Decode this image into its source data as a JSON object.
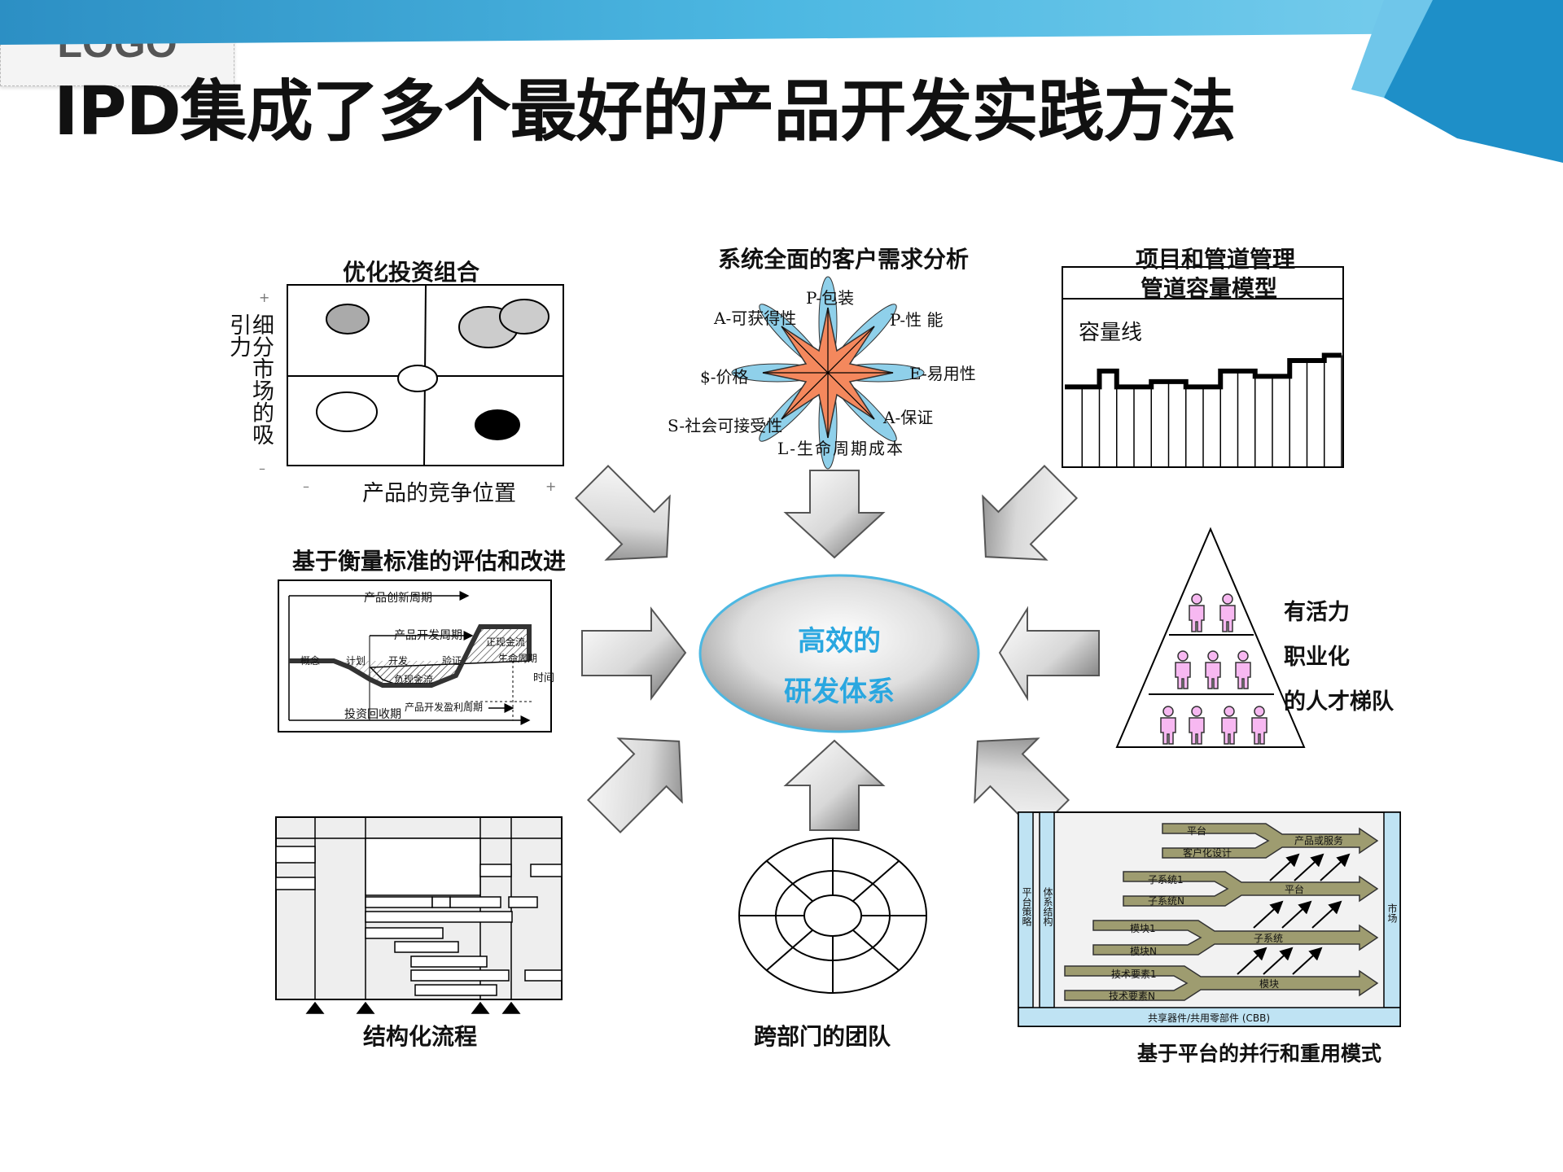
{
  "slide": {
    "title": "IPD集成了多个最好的产品开发实践方法",
    "logo": "LOGO",
    "colors": {
      "banner": "#4DB8E2",
      "center_text": "#2AA7E0",
      "star": "#F4885D",
      "petal": "#8FD0EA",
      "people": "#F7B8F1",
      "platform_arrow": "#9E9C70"
    }
  },
  "center": {
    "line1": "高效的",
    "line2": "研发体系"
  },
  "portfolio": {
    "title": "优化投资组合",
    "y_axis": "细分市场的吸引力",
    "x_axis": "产品的竞争位置",
    "plus": "+",
    "minus": "–"
  },
  "needs": {
    "title": "系统全面的客户需求分析",
    "labels": {
      "p_pack": "P-包装",
      "a_avail": "A-可获得性",
      "p_perf": "P-性 能",
      "price": "$-价格",
      "e_ease": "E-易用性",
      "a_assure": "A-保证",
      "s_social": "S-社会可接受性",
      "l_life": "L-生命周期成本"
    }
  },
  "pipeline": {
    "title": "项目和管道管理",
    "subtitle": "管道容量模型",
    "capacity": "容量线"
  },
  "metrics": {
    "title": "基于衡量标准的评估和改进",
    "labels": {
      "innovation": "产品创新周期",
      "dev": "产品开发周期",
      "profit": "正现金流",
      "loss": "负现金流",
      "time": "时间",
      "payback": "投资回收期",
      "profit_cycle": "产品开发盈利周期",
      "concept": "概念",
      "plan": "计划",
      "develop": "开发",
      "verify": "验证",
      "lifecycle": "生命周期"
    }
  },
  "talent": {
    "line1": "有活力",
    "line2": "职业化",
    "line3": "的人才梯队"
  },
  "process": {
    "title": "结构化流程"
  },
  "team": {
    "title": "跨部门的团队"
  },
  "platform": {
    "title": "基于平台的并行和重用模式",
    "strategy": "平台策略",
    "architecture": "体系结构",
    "market": "市场",
    "cbb": "共享器件/共用零部件 (CBB)",
    "l_platform": "平台",
    "l_custom": "客户化设计",
    "l_product": "产品或服务",
    "l_sub1": "子系统1",
    "l_subn": "子系统N",
    "l_platform2": "平台",
    "l_mod1": "模块1",
    "l_modn": "模块N",
    "l_subsystem": "子系统",
    "l_tech1": "技术要素1",
    "l_techn": "技术要素N",
    "l_module": "模块"
  },
  "pipeline_chart": {
    "type": "line",
    "levels": [
      3,
      3,
      6,
      3,
      3,
      4,
      4,
      3,
      3,
      6,
      6,
      5,
      5,
      8,
      8,
      9
    ]
  }
}
